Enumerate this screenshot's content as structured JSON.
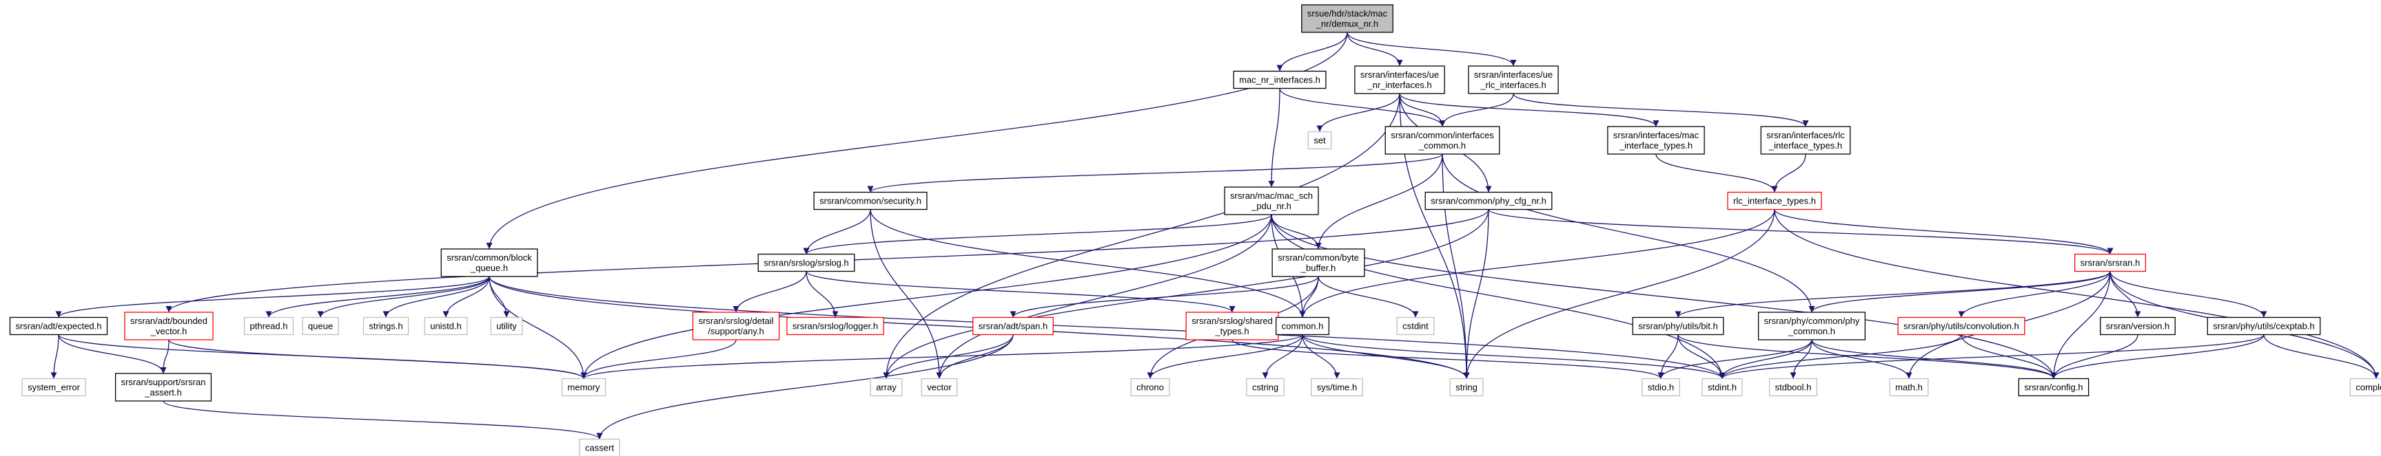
{
  "graph": {
    "nodes": [
      {
        "id": "root",
        "lines": [
          "srsue/hdr/stack/mac",
          "_nr/demux_nr.h"
        ],
        "style": "root"
      },
      {
        "id": "mac_nr_if",
        "lines": [
          "mac_nr_interfaces.h"
        ],
        "style": "normal"
      },
      {
        "id": "ue_nr_if",
        "lines": [
          "srsran/interfaces/ue",
          "_nr_interfaces.h"
        ],
        "style": "normal"
      },
      {
        "id": "ue_rlc_if",
        "lines": [
          "srsran/interfaces/ue",
          "_rlc_interfaces.h"
        ],
        "style": "normal"
      },
      {
        "id": "set",
        "lines": [
          "set"
        ],
        "style": "system"
      },
      {
        "id": "if_common",
        "lines": [
          "srsran/common/interfaces",
          "_common.h"
        ],
        "style": "normal"
      },
      {
        "id": "mac_if_types",
        "lines": [
          "srsran/interfaces/mac",
          "_interface_types.h"
        ],
        "style": "normal"
      },
      {
        "id": "rlc_if_types_dir",
        "lines": [
          "srsran/interfaces/rlc",
          "_interface_types.h"
        ],
        "style": "normal"
      },
      {
        "id": "security",
        "lines": [
          "srsran/common/security.h"
        ],
        "style": "normal"
      },
      {
        "id": "mac_sch",
        "lines": [
          "srsran/mac/mac_sch",
          "_pdu_nr.h"
        ],
        "style": "normal"
      },
      {
        "id": "phy_cfg",
        "lines": [
          "srsran/common/phy_cfg_nr.h"
        ],
        "style": "normal"
      },
      {
        "id": "rlc_if_types",
        "lines": [
          "rlc_interface_types.h"
        ],
        "style": "missing"
      },
      {
        "id": "block_queue",
        "lines": [
          "srsran/common/block",
          "_queue.h"
        ],
        "style": "normal"
      },
      {
        "id": "srslog",
        "lines": [
          "srsran/srslog/srslog.h"
        ],
        "style": "normal"
      },
      {
        "id": "byte_buffer",
        "lines": [
          "srsran/common/byte",
          "_buffer.h"
        ],
        "style": "normal"
      },
      {
        "id": "srsran_h",
        "lines": [
          "srsran/srsran.h"
        ],
        "style": "missing"
      },
      {
        "id": "expected",
        "lines": [
          "srsran/adt/expected.h"
        ],
        "style": "normal"
      },
      {
        "id": "bounded_vec",
        "lines": [
          "srsran/adt/bounded",
          "_vector.h"
        ],
        "style": "missing"
      },
      {
        "id": "pthread",
        "lines": [
          "pthread.h"
        ],
        "style": "system"
      },
      {
        "id": "queue",
        "lines": [
          "queue"
        ],
        "style": "system"
      },
      {
        "id": "strings",
        "lines": [
          "strings.h"
        ],
        "style": "system"
      },
      {
        "id": "unistd",
        "lines": [
          "unistd.h"
        ],
        "style": "system"
      },
      {
        "id": "utility",
        "lines": [
          "utility"
        ],
        "style": "system"
      },
      {
        "id": "detail_any",
        "lines": [
          "srsran/srslog/detail",
          "/support/any.h"
        ],
        "style": "missing"
      },
      {
        "id": "logger",
        "lines": [
          "srsran/srslog/logger.h"
        ],
        "style": "missing"
      },
      {
        "id": "span",
        "lines": [
          "srsran/adt/span.h"
        ],
        "style": "missing"
      },
      {
        "id": "shared_types",
        "lines": [
          "srsran/srslog/shared",
          "_types.h"
        ],
        "style": "missing"
      },
      {
        "id": "common_h",
        "lines": [
          "common.h"
        ],
        "style": "normal"
      },
      {
        "id": "cstdint",
        "lines": [
          "cstdint"
        ],
        "style": "system"
      },
      {
        "id": "bit_h",
        "lines": [
          "srsran/phy/utils/bit.h"
        ],
        "style": "normal"
      },
      {
        "id": "phy_common",
        "lines": [
          "srsran/phy/common/phy",
          "_common.h"
        ],
        "style": "normal"
      },
      {
        "id": "convolution",
        "lines": [
          "srsran/phy/utils/convolution.h"
        ],
        "style": "missing"
      },
      {
        "id": "version",
        "lines": [
          "srsran/version.h"
        ],
        "style": "normal"
      },
      {
        "id": "cexptab",
        "lines": [
          "srsran/phy/utils/cexptab.h"
        ],
        "style": "normal"
      },
      {
        "id": "system_error",
        "lines": [
          "system_error"
        ],
        "style": "system"
      },
      {
        "id": "srsran_assert",
        "lines": [
          "srsran/support/srsran",
          "_assert.h"
        ],
        "style": "normal"
      },
      {
        "id": "memory",
        "lines": [
          "memory"
        ],
        "style": "system"
      },
      {
        "id": "array",
        "lines": [
          "array"
        ],
        "style": "system"
      },
      {
        "id": "vector",
        "lines": [
          "vector"
        ],
        "style": "system"
      },
      {
        "id": "chrono",
        "lines": [
          "chrono"
        ],
        "style": "system"
      },
      {
        "id": "cstring",
        "lines": [
          "cstring"
        ],
        "style": "system"
      },
      {
        "id": "systime",
        "lines": [
          "sys/time.h"
        ],
        "style": "system"
      },
      {
        "id": "string",
        "lines": [
          "string"
        ],
        "style": "system"
      },
      {
        "id": "stdio",
        "lines": [
          "stdio.h"
        ],
        "style": "system"
      },
      {
        "id": "stdint",
        "lines": [
          "stdint.h"
        ],
        "style": "system"
      },
      {
        "id": "stdbool",
        "lines": [
          "stdbool.h"
        ],
        "style": "system"
      },
      {
        "id": "math",
        "lines": [
          "math.h"
        ],
        "style": "system"
      },
      {
        "id": "config",
        "lines": [
          "srsran/config.h"
        ],
        "style": "normal"
      },
      {
        "id": "complex",
        "lines": [
          "complex.h"
        ],
        "style": "system"
      },
      {
        "id": "cassert",
        "lines": [
          "cassert"
        ],
        "style": "system"
      }
    ],
    "edges": [
      [
        "root",
        "mac_nr_if"
      ],
      [
        "root",
        "ue_nr_if"
      ],
      [
        "root",
        "ue_rlc_if"
      ],
      [
        "root",
        "block_queue"
      ],
      [
        "mac_nr_if",
        "if_common"
      ],
      [
        "mac_nr_if",
        "mac_sch"
      ],
      [
        "ue_nr_if",
        "set"
      ],
      [
        "ue_nr_if",
        "if_common"
      ],
      [
        "ue_nr_if",
        "mac_if_types"
      ],
      [
        "ue_nr_if",
        "phy_cfg"
      ],
      [
        "ue_nr_if",
        "array"
      ],
      [
        "ue_nr_if",
        "string"
      ],
      [
        "ue_rlc_if",
        "if_common"
      ],
      [
        "ue_rlc_if",
        "rlc_if_types_dir"
      ],
      [
        "if_common",
        "security"
      ],
      [
        "if_common",
        "byte_buffer"
      ],
      [
        "if_common",
        "string"
      ],
      [
        "if_common",
        "phy_common"
      ],
      [
        "mac_if_types",
        "rlc_if_types"
      ],
      [
        "rlc_if_types_dir",
        "rlc_if_types"
      ],
      [
        "rlc_if_types",
        "srsran_h"
      ],
      [
        "rlc_if_types",
        "common_h"
      ],
      [
        "rlc_if_types",
        "string"
      ],
      [
        "rlc_if_types",
        "complex"
      ],
      [
        "security",
        "srslog"
      ],
      [
        "security",
        "common_h"
      ],
      [
        "security",
        "vector"
      ],
      [
        "mac_sch",
        "srslog"
      ],
      [
        "mac_sch",
        "byte_buffer"
      ],
      [
        "mac_sch",
        "common_h"
      ],
      [
        "mac_sch",
        "memory"
      ],
      [
        "mac_sch",
        "vector"
      ],
      [
        "mac_sch",
        "stdint"
      ],
      [
        "mac_sch",
        "config"
      ],
      [
        "phy_cfg",
        "srsran_h"
      ],
      [
        "phy_cfg",
        "bounded_vec"
      ],
      [
        "phy_cfg",
        "string"
      ],
      [
        "phy_cfg",
        "array"
      ],
      [
        "block_queue",
        "expected"
      ],
      [
        "block_queue",
        "pthread"
      ],
      [
        "block_queue",
        "queue"
      ],
      [
        "block_queue",
        "strings"
      ],
      [
        "block_queue",
        "unistd"
      ],
      [
        "block_queue",
        "utility"
      ],
      [
        "block_queue",
        "memory"
      ],
      [
        "block_queue",
        "stdint"
      ],
      [
        "block_queue",
        "string"
      ],
      [
        "srslog",
        "detail_any"
      ],
      [
        "srslog",
        "logger"
      ],
      [
        "srslog",
        "shared_types"
      ],
      [
        "byte_buffer",
        "common_h"
      ],
      [
        "byte_buffer",
        "span"
      ],
      [
        "byte_buffer",
        "chrono"
      ],
      [
        "byte_buffer",
        "cstdint"
      ],
      [
        "srsran_h",
        "bit_h"
      ],
      [
        "srsran_h",
        "phy_common"
      ],
      [
        "srsran_h",
        "convolution"
      ],
      [
        "srsran_h",
        "version"
      ],
      [
        "srsran_h",
        "cexptab"
      ],
      [
        "srsran_h",
        "config"
      ],
      [
        "srsran_h",
        "math"
      ],
      [
        "srsran_h",
        "complex"
      ],
      [
        "expected",
        "system_error"
      ],
      [
        "expected",
        "srsran_assert"
      ],
      [
        "expected",
        "memory"
      ],
      [
        "bounded_vec",
        "srsran_assert"
      ],
      [
        "bounded_vec",
        "memory"
      ],
      [
        "detail_any",
        "memory"
      ],
      [
        "span",
        "array"
      ],
      [
        "span",
        "vector"
      ],
      [
        "span",
        "cassert"
      ],
      [
        "shared_types",
        "stdio"
      ],
      [
        "common_h",
        "memory"
      ],
      [
        "common_h",
        "chrono"
      ],
      [
        "common_h",
        "cstring"
      ],
      [
        "common_h",
        "systime"
      ],
      [
        "common_h",
        "string"
      ],
      [
        "common_h",
        "stdint"
      ],
      [
        "bit_h",
        "stdio"
      ],
      [
        "bit_h",
        "stdint"
      ],
      [
        "bit_h",
        "config"
      ],
      [
        "phy_common",
        "stdio"
      ],
      [
        "phy_common",
        "stdint"
      ],
      [
        "phy_common",
        "stdbool"
      ],
      [
        "phy_common",
        "math"
      ],
      [
        "phy_common",
        "config"
      ],
      [
        "convolution",
        "stdint"
      ],
      [
        "convolution",
        "config"
      ],
      [
        "version",
        "config"
      ],
      [
        "cexptab",
        "config"
      ],
      [
        "cexptab",
        "complex"
      ],
      [
        "cexptab",
        "stdint"
      ],
      [
        "srsran_assert",
        "cassert"
      ]
    ]
  }
}
